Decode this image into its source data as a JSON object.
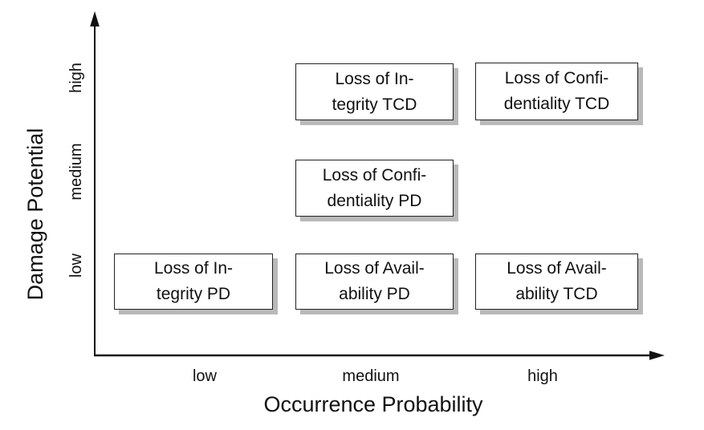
{
  "figure": {
    "background": "#ffffff",
    "axis_color": "#111111",
    "text_color": "#111111",
    "box_border_color": "#222222",
    "box_shadow_color": "#b9b9b9"
  },
  "x_axis": {
    "label": "Occurrence Probability",
    "ticks": [
      "low",
      "medium",
      "high"
    ]
  },
  "y_axis": {
    "label": "Damage Potential",
    "ticks": [
      "high",
      "medium",
      "low"
    ]
  },
  "boxes": [
    {
      "label": "Loss of In-\ntegrity TCD",
      "x": "medium",
      "y": "high"
    },
    {
      "label": "Loss of Confi-\ndentiality TCD",
      "x": "high",
      "y": "high"
    },
    {
      "label": "Loss of Confi-\ndentiality PD",
      "x": "medium",
      "y": "medium"
    },
    {
      "label": "Loss of In-\ntegrity PD",
      "x": "low",
      "y": "low"
    },
    {
      "label": "Loss of Avail-\nability PD",
      "x": "medium",
      "y": "low"
    },
    {
      "label": "Loss of Avail-\nability TCD",
      "x": "high",
      "y": "low"
    }
  ],
  "chart_data": {
    "type": "scatter",
    "title": "",
    "xlabel": "Occurrence Probability",
    "ylabel": "Damage Potential",
    "x_categories": [
      "low",
      "medium",
      "high"
    ],
    "y_categories": [
      "low",
      "medium",
      "high"
    ],
    "points": [
      {
        "label": "Loss of Integrity TCD",
        "x": "medium",
        "y": "high"
      },
      {
        "label": "Loss of Confidentiality TCD",
        "x": "high",
        "y": "high"
      },
      {
        "label": "Loss of Confidentiality PD",
        "x": "medium",
        "y": "medium"
      },
      {
        "label": "Loss of Integrity PD",
        "x": "low",
        "y": "low"
      },
      {
        "label": "Loss of Availability PD",
        "x": "medium",
        "y": "low"
      },
      {
        "label": "Loss of Availability TCD",
        "x": "high",
        "y": "low"
      }
    ],
    "legend": "none",
    "grid": false
  }
}
